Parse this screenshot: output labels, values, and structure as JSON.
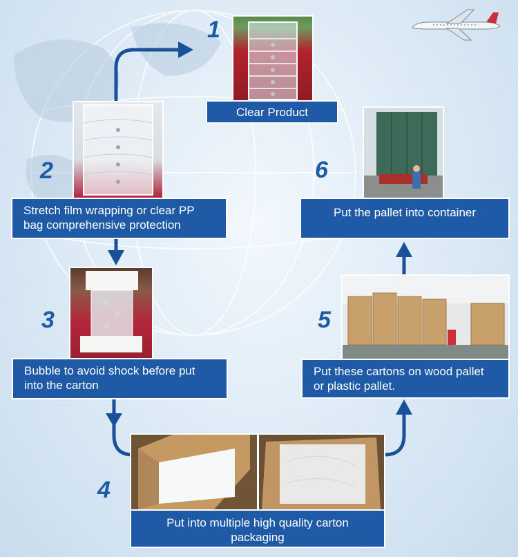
{
  "steps": [
    {
      "number": "1",
      "caption": "Clear Product"
    },
    {
      "number": "2",
      "caption": "Stretch film wrapping or clear PP bag comprehensive protection"
    },
    {
      "number": "3",
      "caption": "Bubble to avoid shock before put into the carton"
    },
    {
      "number": "4",
      "caption": "Put into multiple high quality carton packaging"
    },
    {
      "number": "5",
      "caption": "Put these cartons on wood pallet or plastic pallet."
    },
    {
      "number": "6",
      "caption": "Put the pallet into container"
    }
  ],
  "colors": {
    "accent": "#1f5aa6",
    "arrow": "#1a4f99",
    "background": "#dbe9f5"
  },
  "icons": [
    "airplane-icon",
    "globe-background",
    "flow-arrow"
  ]
}
